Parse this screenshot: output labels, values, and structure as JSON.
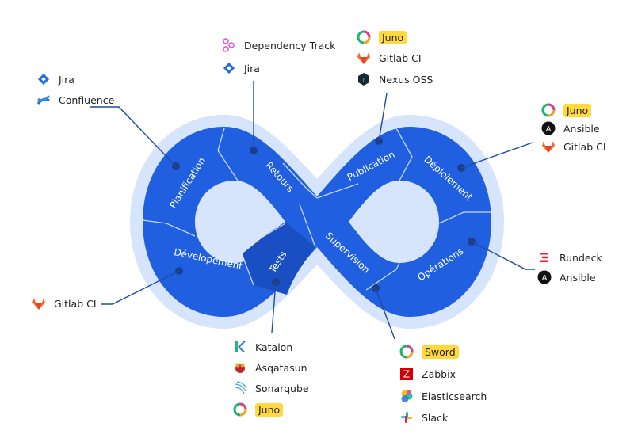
{
  "phases": {
    "planification": "Planification",
    "retours": "Retours",
    "publication": "Publication",
    "deploiement": "Déploiement",
    "operations": "Opérations",
    "supervision": "Supervision",
    "tests": "Tests",
    "developpement": "Dévelopement"
  },
  "tools": {
    "planification": [
      {
        "label": "Jira",
        "icon": "jira-icon"
      },
      {
        "label": "Confluence",
        "icon": "confluence-icon"
      }
    ],
    "retours": [
      {
        "label": "Dependency Track",
        "icon": "dependency-track-icon"
      },
      {
        "label": "Jira",
        "icon": "jira-icon"
      }
    ],
    "publication": [
      {
        "label": "Juno",
        "icon": "juno-icon",
        "highlight": true
      },
      {
        "label": "Gitlab CI",
        "icon": "gitlab-icon"
      },
      {
        "label": "Nexus OSS",
        "icon": "nexus-icon"
      }
    ],
    "deploiement": [
      {
        "label": "Juno",
        "icon": "juno-icon",
        "highlight": true
      },
      {
        "label": "Ansible",
        "icon": "ansible-icon"
      },
      {
        "label": "Gitlab CI",
        "icon": "gitlab-icon"
      }
    ],
    "operations": [
      {
        "label": "Rundeck",
        "icon": "rundeck-icon"
      },
      {
        "label": "Ansible",
        "icon": "ansible-icon"
      }
    ],
    "supervision": [
      {
        "label": "Sword",
        "icon": "sword-icon",
        "highlight": true
      },
      {
        "label": "Zabbix",
        "icon": "zabbix-icon"
      },
      {
        "label": "Elasticsearch",
        "icon": "elasticsearch-icon"
      },
      {
        "label": "Slack",
        "icon": "slack-icon"
      }
    ],
    "tests": [
      {
        "label": "Katalon",
        "icon": "katalon-icon"
      },
      {
        "label": "Asqatasun",
        "icon": "asqatasun-icon"
      },
      {
        "label": "Sonarqube",
        "icon": "sonarqube-icon"
      },
      {
        "label": "Juno",
        "icon": "juno-icon",
        "highlight": true
      }
    ],
    "developpement": [
      {
        "label": "Gitlab CI",
        "icon": "gitlab-icon"
      }
    ]
  },
  "colors": {
    "ring": "#1f5fe0",
    "ring_dark": "#1a4fc4",
    "halo": "#d6e5fb",
    "line": "#1d4e9e",
    "highlight": "#ffd93d"
  }
}
